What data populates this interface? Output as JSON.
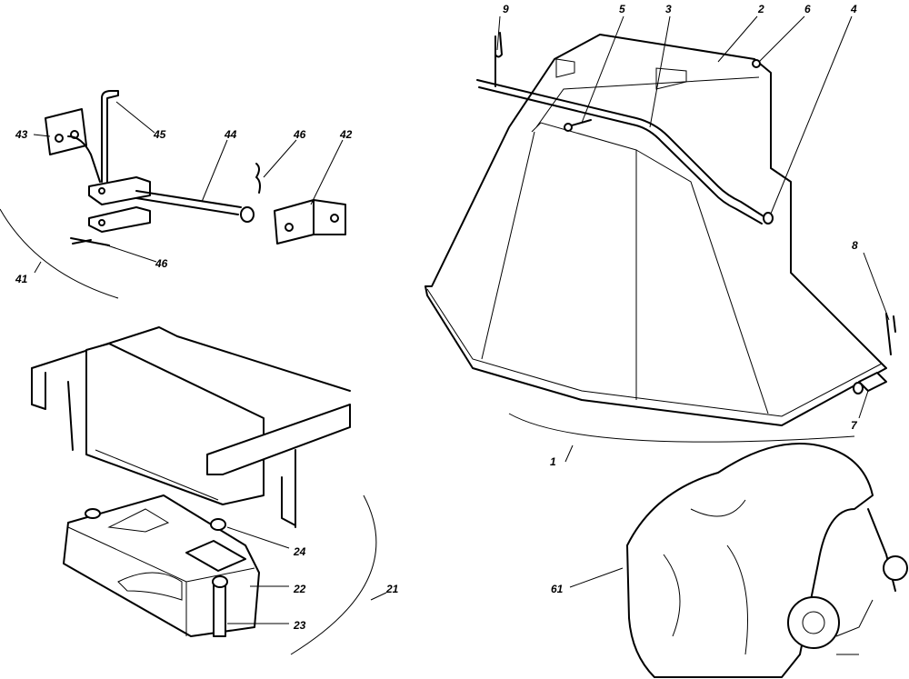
{
  "diagram": {
    "title": "Grass catcher exploded parts diagram",
    "labels": {
      "p9": "9",
      "p5": "5",
      "p3": "3",
      "p2": "2",
      "p6": "6",
      "p4": "4",
      "p8": "8",
      "p7": "7",
      "p1": "1",
      "p43": "43",
      "p45": "45",
      "p44": "44",
      "p46a": "46",
      "p42": "42",
      "p46b": "46",
      "p41": "41",
      "p24": "24",
      "p22": "22",
      "p23": "23",
      "p21": "21",
      "p61": "61"
    }
  }
}
